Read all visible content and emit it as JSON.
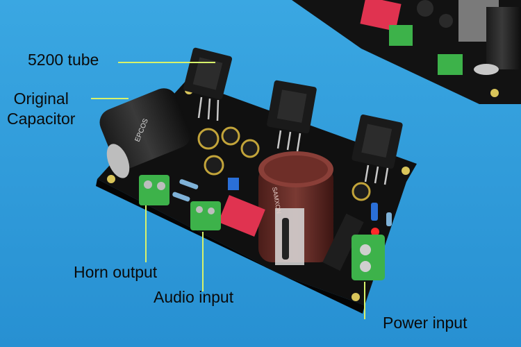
{
  "labels": {
    "tube": "5200 tube",
    "capacitor": "Original\nCapacitor",
    "horn_output": "Horn output",
    "audio_input": "Audio input",
    "power_input": "Power input"
  },
  "board": {
    "cap_brand": "EPCOS",
    "big_cap_text": "SAMXON"
  },
  "colors": {
    "background": "#2a9ad8",
    "pcb": "#111111",
    "terminal": "#3db24a",
    "leader_line": "#d8f26a",
    "capacitor_body": "#6b2a24",
    "relay": "#e03350"
  }
}
